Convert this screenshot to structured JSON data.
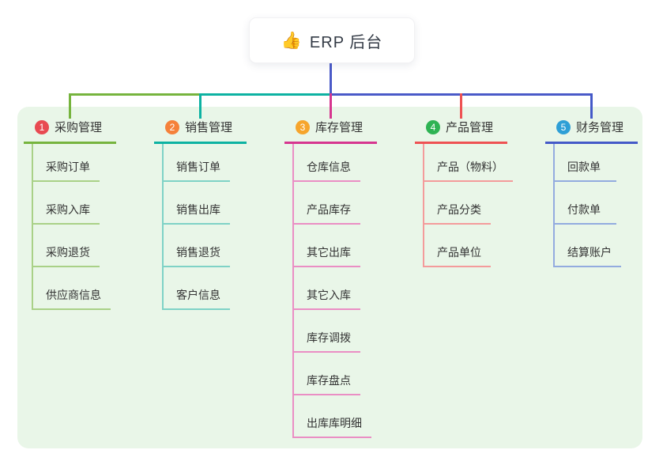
{
  "root": {
    "icon": "👍",
    "label": "ERP 后台"
  },
  "colors": {
    "panel_bg": "#e9f6e8",
    "root_line": "#4a5ac8",
    "text": "#333333"
  },
  "branches": [
    {
      "index": "1",
      "label": "采购管理",
      "badge_color": "#e84a51",
      "line_color": "#76b43e",
      "sub_line_color": "#a9d187",
      "children": [
        "采购订单",
        "采购入库",
        "采购退货",
        "供应商信息"
      ]
    },
    {
      "index": "2",
      "label": "销售管理",
      "badge_color": "#f5813a",
      "line_color": "#0db2a2",
      "sub_line_color": "#7fd2c6",
      "children": [
        "销售订单",
        "销售出库",
        "销售退货",
        "客户信息"
      ]
    },
    {
      "index": "3",
      "label": "库存管理",
      "badge_color": "#f6a52c",
      "line_color": "#d6368f",
      "sub_line_color": "#ea8ec4",
      "children": [
        "仓库信息",
        "产品库存",
        "其它出库",
        "其它入库",
        "库存调拨",
        "库存盘点",
        "出库库明细"
      ]
    },
    {
      "index": "4",
      "label": "产品管理",
      "badge_color": "#2eb353",
      "line_color": "#ee5253",
      "sub_line_color": "#f49b9b",
      "children": [
        "产品（物料）",
        "产品分类",
        "产品单位"
      ]
    },
    {
      "index": "5",
      "label": "财务管理",
      "badge_color": "#2e9fd6",
      "line_color": "#4459c8",
      "sub_line_color": "#93abdf",
      "children": [
        "回款单",
        "付款单",
        "结算账户"
      ]
    }
  ]
}
